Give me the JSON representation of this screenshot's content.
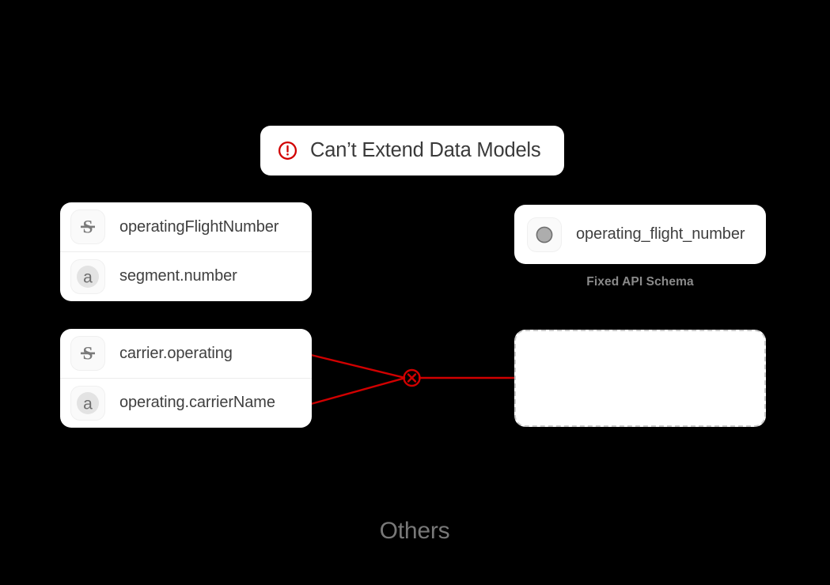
{
  "background_color": "#000000",
  "accent_error_color": "#d10000",
  "title_badge": {
    "icon": "error-circle-icon",
    "label": "Can’t Extend Data Models"
  },
  "left_column": {
    "cards": [
      {
        "name": "sabre-amadeus-flight-card",
        "rows": [
          {
            "icon": "sabre-s-icon",
            "label": "operatingFlightNumber"
          },
          {
            "icon": "amadeus-a-icon",
            "label": "segment.number"
          }
        ]
      },
      {
        "name": "sabre-amadeus-carrier-card",
        "rows": [
          {
            "icon": "sabre-s-icon",
            "label": "carrier.operating"
          },
          {
            "icon": "amadeus-a-icon",
            "label": "operating.carrierName"
          }
        ]
      }
    ]
  },
  "right_column": {
    "schema_card": {
      "name": "fixed-api-schema-card",
      "rows": [
        {
          "icon": "gray-circle-icon",
          "label": "operating_flight_number"
        }
      ],
      "caption": "Fixed API Schema"
    },
    "empty_card": {
      "name": "empty-schema-card",
      "rows": [],
      "style": "dashed"
    }
  },
  "connectors": {
    "junction_icon": "error-x-circle-icon",
    "junction_color": "#d10000",
    "line_color": "#d10000",
    "blocked": true
  },
  "footer": {
    "label": "Others"
  }
}
